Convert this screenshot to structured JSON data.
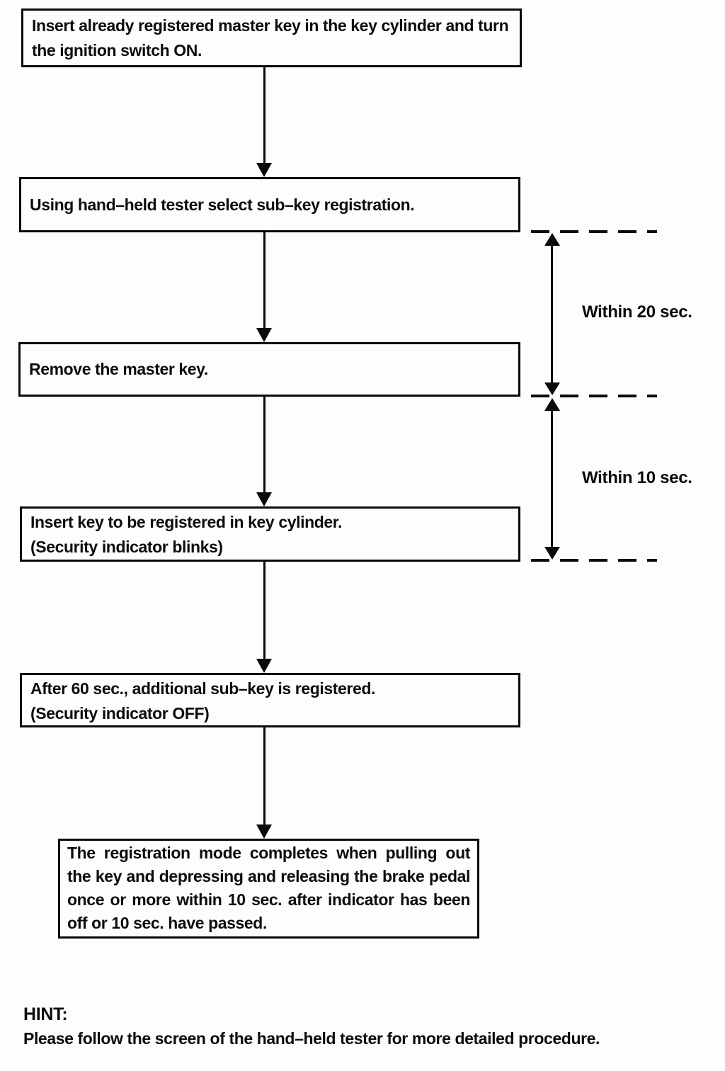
{
  "page": {
    "background_color": "#fdfdfd",
    "ink_color": "#0b0b0b"
  },
  "flowchart": {
    "steps": [
      {
        "lines": [
          "Insert already registered master key in the key cylinder and turn the ignition switch ON."
        ]
      },
      {
        "lines": [
          "Using hand–held tester select sub–key registration."
        ]
      },
      {
        "lines": [
          "Remove the master key."
        ]
      },
      {
        "lines": [
          "Insert key to be registered in key cylinder.",
          "(Security indicator blinks)"
        ]
      },
      {
        "lines": [
          "After 60 sec., additional sub–key is registered.",
          "(Security indicator OFF)"
        ]
      },
      {
        "lines": [
          "The registration mode completes when pulling out the key and depressing and releasing the brake pedal once or more within 10 sec. after indicator has been off or 10 sec. have passed."
        ]
      }
    ],
    "timings": [
      {
        "label": "Within 20 sec."
      },
      {
        "label": "Within 10 sec."
      }
    ],
    "hint": {
      "title": "HINT:",
      "body": "Please follow the screen of the hand–held tester for more detailed procedure."
    }
  }
}
